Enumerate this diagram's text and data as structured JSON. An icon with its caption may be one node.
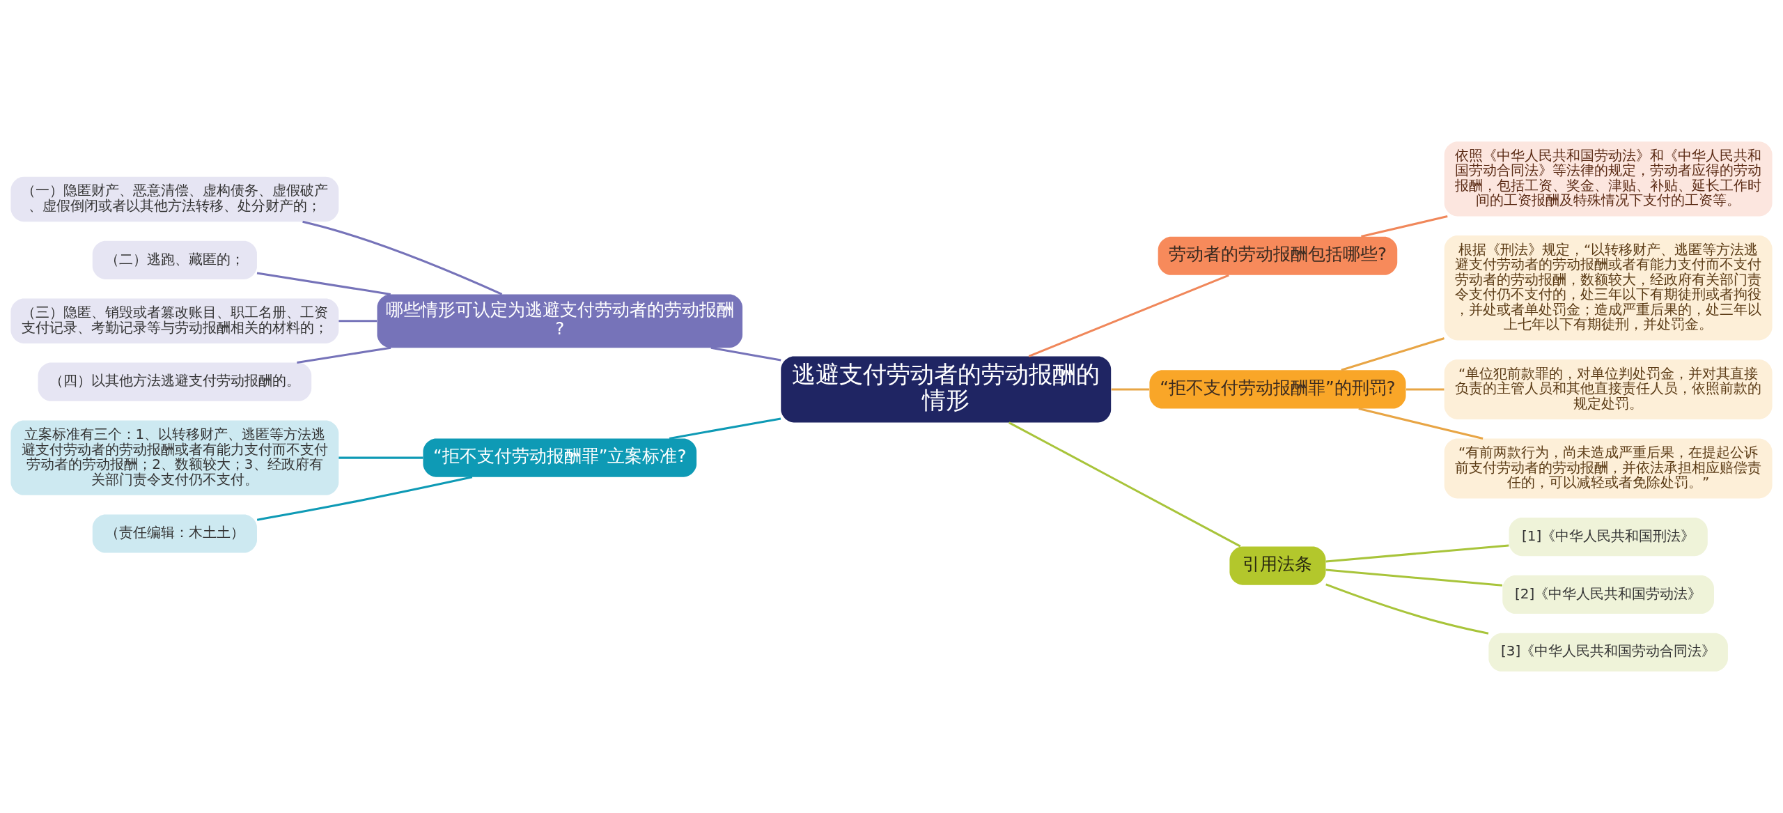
{
  "diagram": {
    "nodes": [
      {
        "text": [
          "逃避支付劳动者的劳动报酬的情形"
        ]
      },
      {
        "text": [
          "哪些情形可认定为逃避支付劳动者的劳动报酬?"
        ]
      },
      {
        "text": [
          "（一）隐匿财产、恶意清偿、虚构债务、虚假破产、虚假倒闭或者以其他方法转移、处分财产的；"
        ]
      },
      {
        "text": [
          "（二）逃跑、藏匿的；"
        ]
      },
      {
        "text": [
          "（三）隐匿、销毁或者篡改账目、职工名册、工资支付记录、考勤记录等与劳动报酬相关的材料的；"
        ]
      },
      {
        "text": [
          "（四）以其他方法逃避支付劳动报酬的。"
        ]
      },
      {
        "text": [
          "“拒不支付劳动报酬罪”立案标准?"
        ]
      },
      {
        "text": [
          "立案标准有三个：1、以转移财产、逃匿等方法逃避支付劳动者的劳动报酬或者有能力支付而不支付劳动者的劳动报酬；2、数额较大；3、经政府有关部门责令支付仍不支付。"
        ]
      },
      {
        "text": [
          "（责任编辑：木土土）"
        ]
      },
      {
        "text": [
          "劳动者的劳动报酬包括哪些?"
        ]
      },
      {
        "text": [
          "依照《中华人民共和国劳动法》和《中华人民共和国劳动合同法》等法律的规定，劳动者应得的劳动报酬，包括工资、奖金、津贴、补贴、延长工作时间的工资报酬及特殊情况下支付的工资等。"
        ]
      },
      {
        "text": [
          "“拒不支付劳动报酬罪”的刑罚?"
        ]
      },
      {
        "text": [
          "根据《刑法》规定，“以转移财产、逃匿等方法逃避支付劳动者的劳动报酬或者有能力支付而不支付劳动者的劳动报酬，数额较大，经政府有关部门责令支付仍不支付的，处三年以下有期徒刑或者拘役，并处或者单处罚金；造成严重后果的，处三年以上七年以下有期徒刑，并处罚金。"
        ]
      },
      {
        "text": [
          "“单位犯前款罪的，对单位判处罚金，并对其直接负责的主管人员和其他直接责任人员，依照前款的规定处罚。"
        ]
      },
      {
        "text": [
          "“有前两款行为，尚未造成严重后果，在提起公诉前支付劳动者的劳动报酬，并依法承担相应赔偿责任的，可以减轻或者免除处罚。”"
        ]
      },
      {
        "text": [
          "引用法条"
        ]
      },
      {
        "text": [
          "[1]《中华人民共和国刑法》"
        ]
      },
      {
        "text": [
          "[2]《中华人民共和国劳动法》"
        ]
      },
      {
        "text": [
          "[3]《中华人民共和国劳动合同法》"
        ]
      }
    ],
    "edges": [
      {
        "from": 0,
        "to": 1,
        "arrow": "none",
        "color": "#7673b9"
      },
      {
        "from": 1,
        "to": 2,
        "arrow": "none",
        "color": "#7673b9"
      },
      {
        "from": 1,
        "to": 3,
        "arrow": "none",
        "color": "#7673b9"
      },
      {
        "from": 1,
        "to": 4,
        "arrow": "none",
        "color": "#7673b9"
      },
      {
        "from": 1,
        "to": 5,
        "arrow": "none",
        "color": "#7673b9"
      },
      {
        "from": 0,
        "to": 6,
        "arrow": "none",
        "color": "#0e9ab5"
      },
      {
        "from": 6,
        "to": 7,
        "arrow": "none",
        "color": "#0e9ab5"
      },
      {
        "from": 6,
        "to": 8,
        "arrow": "none",
        "color": "#0e9ab5"
      },
      {
        "from": 0,
        "to": 9,
        "arrow": "none",
        "color": "#f0875a"
      },
      {
        "from": 9,
        "to": 10,
        "arrow": "none",
        "color": "#f0875a"
      },
      {
        "from": 0,
        "to": 11,
        "arrow": "none",
        "color": "#e8a545"
      },
      {
        "from": 11,
        "to": 12,
        "arrow": "none",
        "color": "#e8a545"
      },
      {
        "from": 11,
        "to": 13,
        "arrow": "none",
        "color": "#e8a545"
      },
      {
        "from": 11,
        "to": 14,
        "arrow": "none",
        "color": "#e8a545"
      },
      {
        "from": 0,
        "to": 15,
        "arrow": "none",
        "color": "#a8c43a"
      },
      {
        "from": 15,
        "to": 16,
        "arrow": "none",
        "color": "#a8c43a"
      },
      {
        "from": 15,
        "to": 17,
        "arrow": "none",
        "color": "#a8c43a"
      },
      {
        "from": 15,
        "to": 18,
        "arrow": "none",
        "color": "#a8c43a"
      }
    ]
  }
}
